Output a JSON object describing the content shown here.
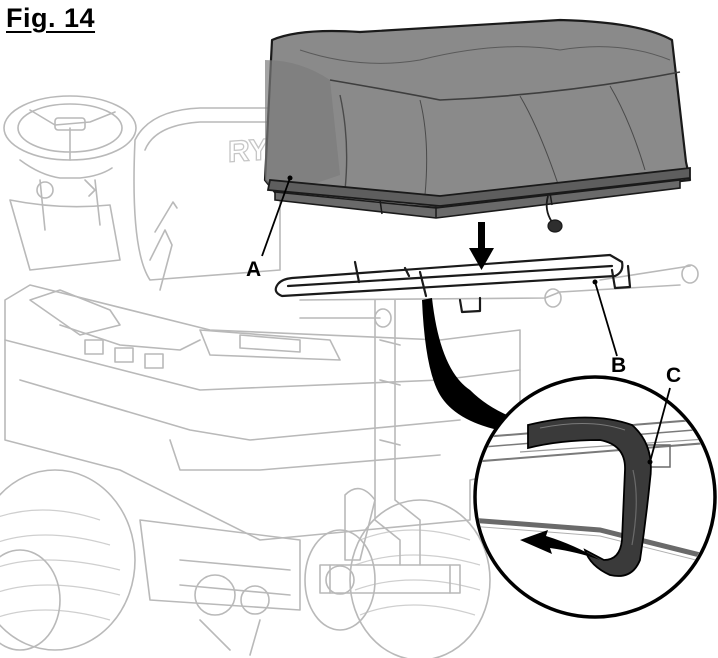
{
  "figure": {
    "title": "Fig. 14",
    "callouts": {
      "a": "A",
      "b": "B",
      "c": "C"
    },
    "tractor_logo_fragment": "RYO",
    "colors": {
      "cover_fill": "#8a8a8a",
      "cover_dark": "#5e5e5e",
      "tractor_line": "#b9b9b9",
      "ink": "#000000",
      "strap_fill": "#3a3a3a"
    },
    "icons": [
      "down-arrow-icon",
      "curved-arrow-icon",
      "rotate-arrow-icon"
    ]
  }
}
